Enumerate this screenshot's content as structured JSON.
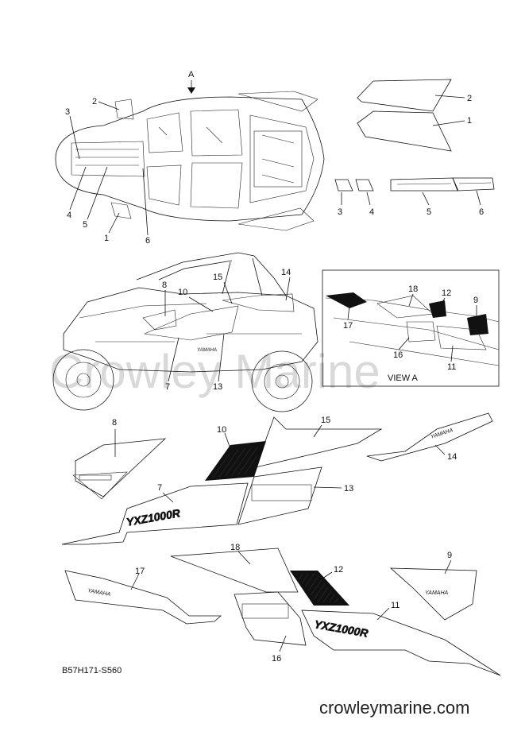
{
  "watermark": "Crowley Marine",
  "view_arrow_label": "A",
  "view_title": "VIEW A",
  "part_code": "B57H171-S560",
  "footer_site": "crowleymarine.com",
  "decal_text": {
    "model_mark": "YXZ1000R",
    "brand_mark": "YAMAHA"
  },
  "callouts": {
    "top_view": [
      "3",
      "2",
      "4",
      "5",
      "1",
      "6"
    ],
    "small_parts": [
      "2",
      "1",
      "3",
      "4",
      "5",
      "6"
    ],
    "side_view": [
      "8",
      "10",
      "15",
      "14",
      "7",
      "13"
    ],
    "view_a": [
      "18",
      "12",
      "9",
      "17",
      "16",
      "11"
    ],
    "exploded": [
      "8",
      "10",
      "15",
      "14",
      "7",
      "13",
      "18",
      "12",
      "9",
      "17",
      "16",
      "11"
    ]
  }
}
